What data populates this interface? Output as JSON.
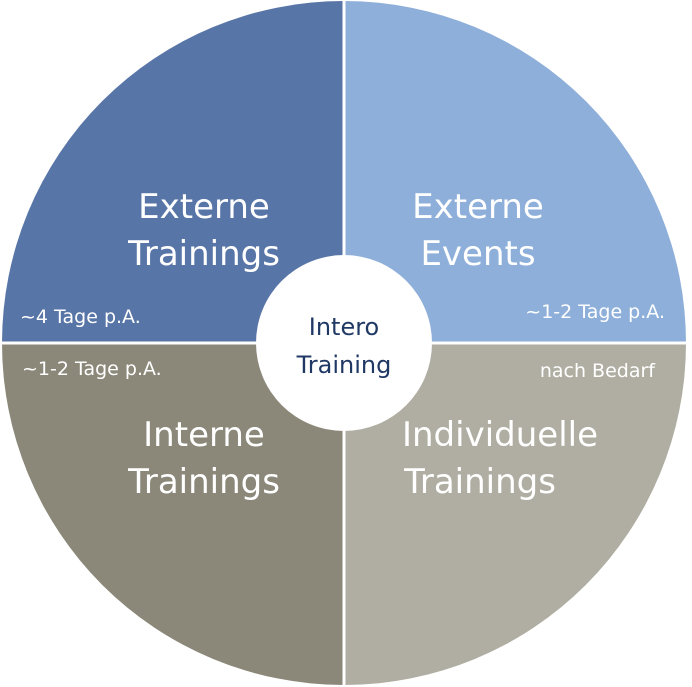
{
  "center": {
    "line1": "Intero",
    "line2": "Training",
    "text_color": "#1f3864"
  },
  "quadrants": {
    "top_left": {
      "title_line1": "Externe",
      "title_line2": "Trainings",
      "note": "~4 Tage p.A.",
      "color": "#5875a7"
    },
    "top_right": {
      "title_line1": "Externe",
      "title_line2": "Events",
      "note": "~1-2 Tage p.A.",
      "color": "#8eafd9"
    },
    "bottom_left": {
      "title_line1": "Interne",
      "title_line2": "Trainings",
      "note": "~1-2 Tage p.A.",
      "color": "#8b887a"
    },
    "bottom_right": {
      "title_line1": "Individuelle",
      "title_line2": "Trainings",
      "note": "nach Bedarf",
      "color": "#b0aea2"
    }
  }
}
